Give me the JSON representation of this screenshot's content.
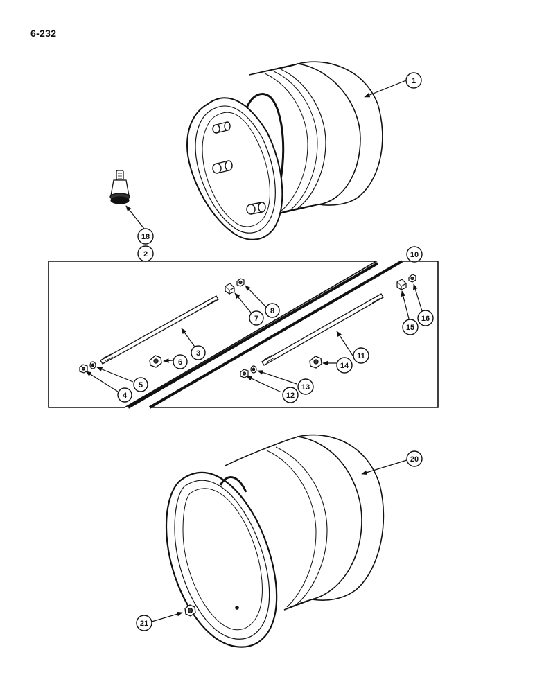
{
  "page_number": "6-232",
  "colors": {
    "ink": "#111111",
    "paper": "#ffffff",
    "shade": "#555555"
  },
  "callouts": {
    "c1": "1",
    "c2": "2",
    "c3": "3",
    "c4": "4",
    "c5": "5",
    "c6": "6",
    "c7": "7",
    "c8": "8",
    "c10": "10",
    "c11": "11",
    "c12": "12",
    "c13": "13",
    "c14": "14",
    "c15": "15",
    "c16": "16",
    "c18": "18",
    "c20": "20",
    "c21": "21"
  }
}
